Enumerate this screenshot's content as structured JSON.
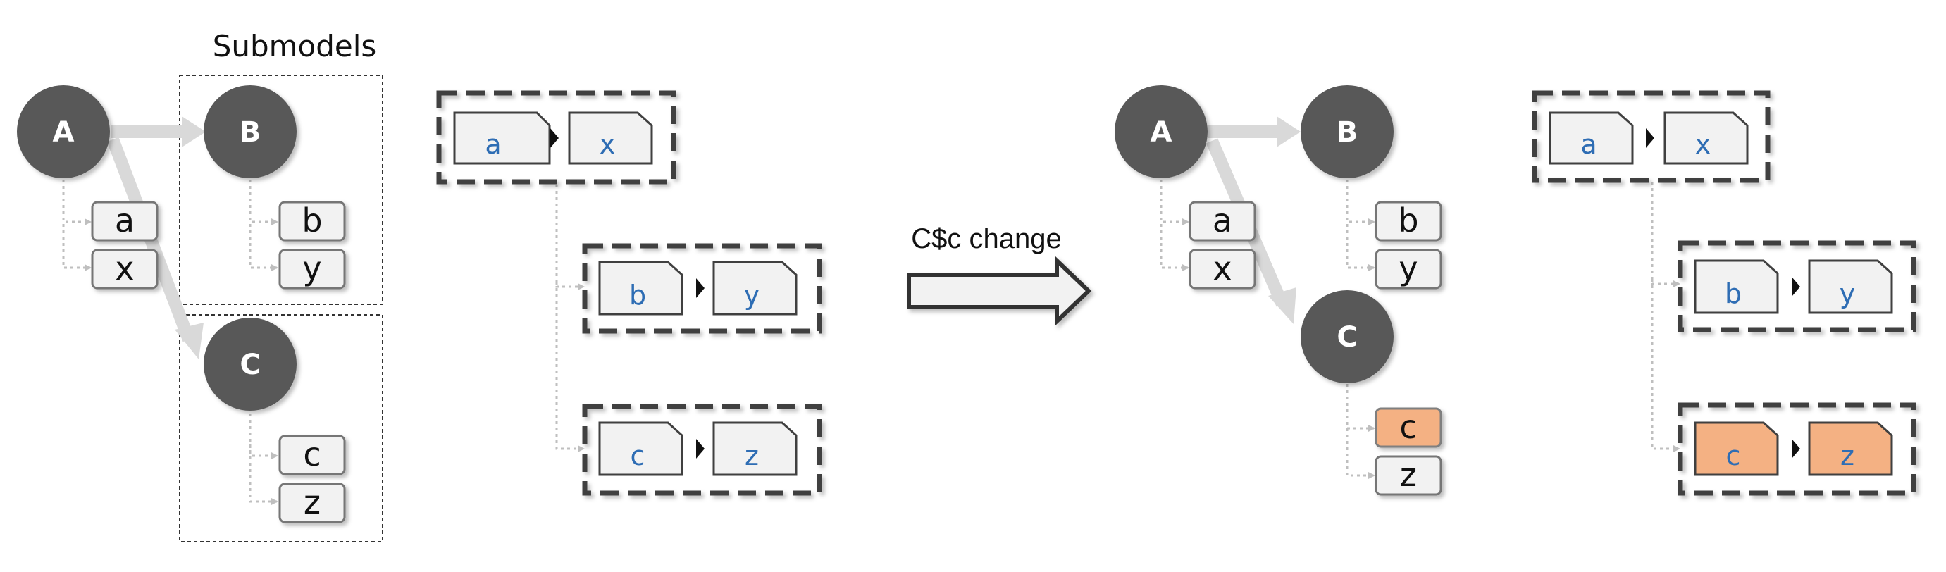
{
  "diagram": {
    "submodels_title": "Submodels",
    "change_label": "C$c change",
    "colors": {
      "node_fill": "#595959",
      "box_fill": "#f2f2f2",
      "box_stroke": "#767676",
      "highlight_fill": "#f4b183",
      "highlight_stroke": "#7f7f7f",
      "flow_arrow": "#d9d9d9",
      "dotted_link": "#bfbfbf",
      "doc_text": "#2e6db4",
      "dashed_group": "#404040"
    },
    "before": {
      "nodes": {
        "A": "A",
        "B": "B",
        "C": "C"
      },
      "vars": {
        "a": "a",
        "x": "x",
        "b": "b",
        "y": "y",
        "c": "c",
        "z": "z"
      },
      "docs": {
        "ax": {
          "left": "a",
          "right": "x"
        },
        "by": {
          "left": "b",
          "right": "y"
        },
        "cz": {
          "left": "c",
          "right": "z"
        }
      }
    },
    "after": {
      "nodes": {
        "A": "A",
        "B": "B",
        "C": "C"
      },
      "vars": {
        "a": "a",
        "x": "x",
        "b": "b",
        "y": "y",
        "c": "c",
        "z": "z"
      },
      "docs": {
        "ax": {
          "left": "a",
          "right": "x"
        },
        "by": {
          "left": "b",
          "right": "y"
        },
        "cz": {
          "left": "c",
          "right": "z"
        }
      }
    }
  }
}
